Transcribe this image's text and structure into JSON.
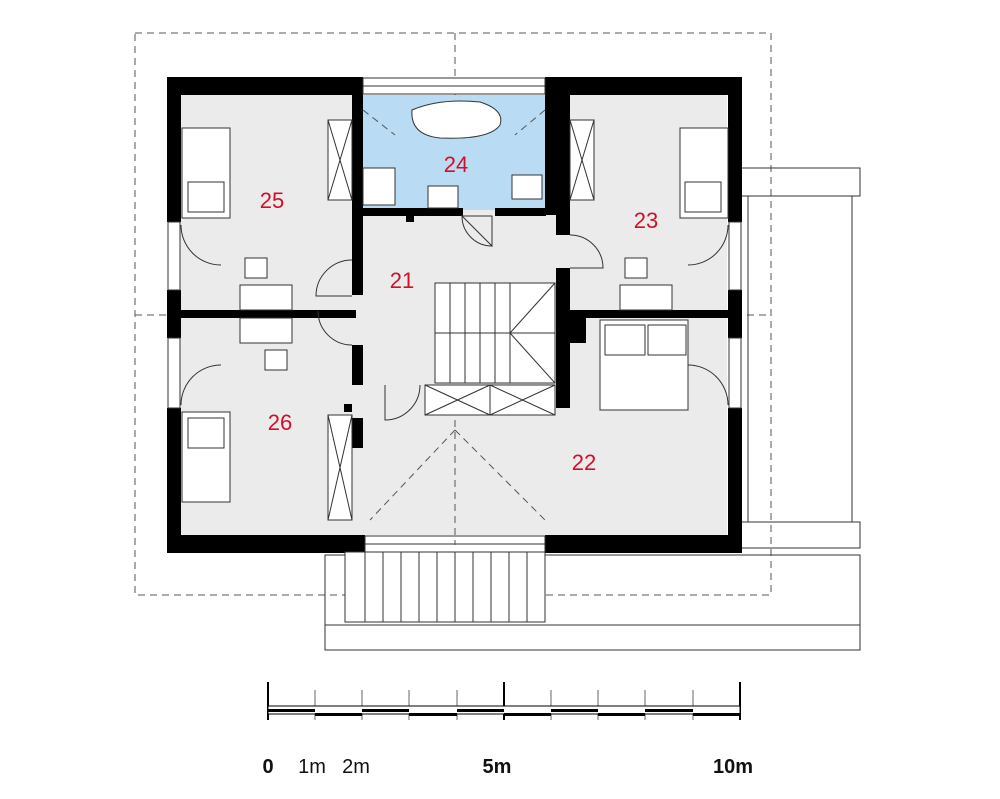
{
  "colors": {
    "floor": "#ebebeb",
    "bathroom": "#b9dcf4",
    "wall": "#000000",
    "label": "#d0102a"
  },
  "rooms": [
    {
      "id": "21",
      "label": "21"
    },
    {
      "id": "22",
      "label": "22"
    },
    {
      "id": "23",
      "label": "23"
    },
    {
      "id": "24",
      "label": "24"
    },
    {
      "id": "25",
      "label": "25"
    },
    {
      "id": "26",
      "label": "26"
    }
  ],
  "scale_bar": {
    "labels": [
      "0",
      "1m",
      "2m",
      "5m",
      "10m"
    ]
  }
}
